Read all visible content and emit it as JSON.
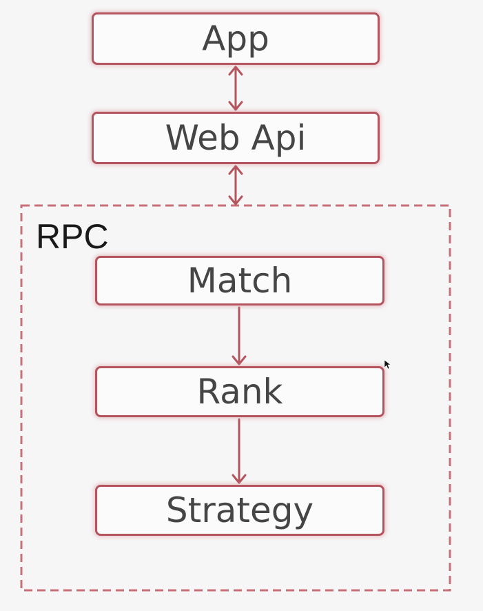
{
  "group": {
    "label": "RPC"
  },
  "nodes": {
    "app": "App",
    "web_api": "Web Api",
    "match": "Match",
    "rank": "Rank",
    "strategy": "Strategy"
  },
  "edges": [
    {
      "from": "App",
      "to": "Web Api",
      "direction": "both"
    },
    {
      "from": "Web Api",
      "to": "RPC",
      "direction": "both"
    },
    {
      "from": "Match",
      "to": "Rank",
      "direction": "forward"
    },
    {
      "from": "Rank",
      "to": "Strategy",
      "direction": "forward"
    }
  ],
  "colors": {
    "stroke": "#b4545e",
    "text": "#454545",
    "background": "#f6f6f6"
  }
}
